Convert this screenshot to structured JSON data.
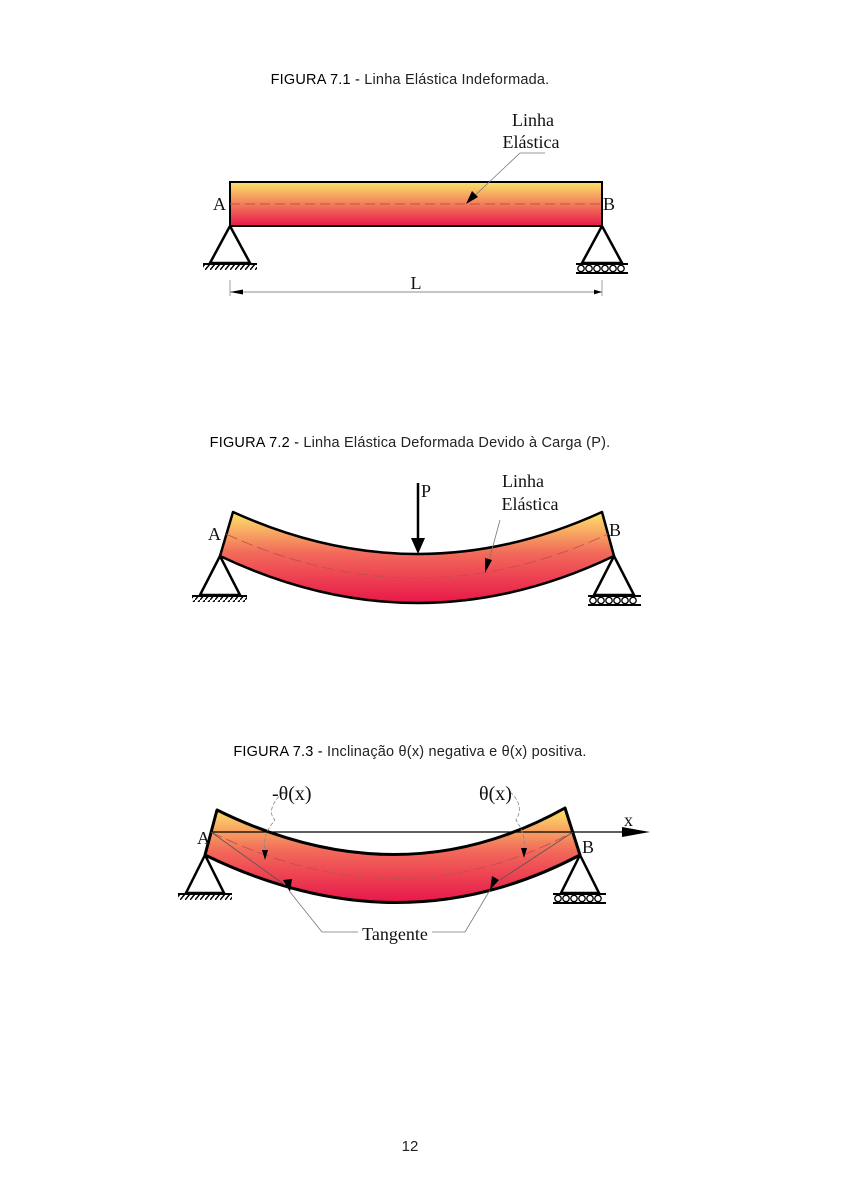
{
  "figures": [
    {
      "number": "FIGURA 7.1 -",
      "title": "Linha Elástica Indeformada.",
      "labels": {
        "line1": "Linha",
        "line2": "Elástica",
        "a": "A",
        "b": "B",
        "length": "L"
      }
    },
    {
      "number": "FIGURA 7.2 -",
      "title": "Linha Elástica Deformada Devido à Carga (P).",
      "labels": {
        "line1": "Linha",
        "line2": "Elástica",
        "a": "A",
        "b": "B",
        "load": "P"
      }
    },
    {
      "number": "FIGURA 7.3 -",
      "title": "Inclinação θ(x) negativa e θ(x) positiva.",
      "labels": {
        "neg": "-θ(x)",
        "pos": "θ(x)",
        "a": "A",
        "b": "B",
        "axis": "x",
        "tangent": "Tangente"
      }
    }
  ],
  "page_number": "12",
  "colors": {
    "beam_top": "#fde46a",
    "beam_bottom": "#e8174a"
  }
}
